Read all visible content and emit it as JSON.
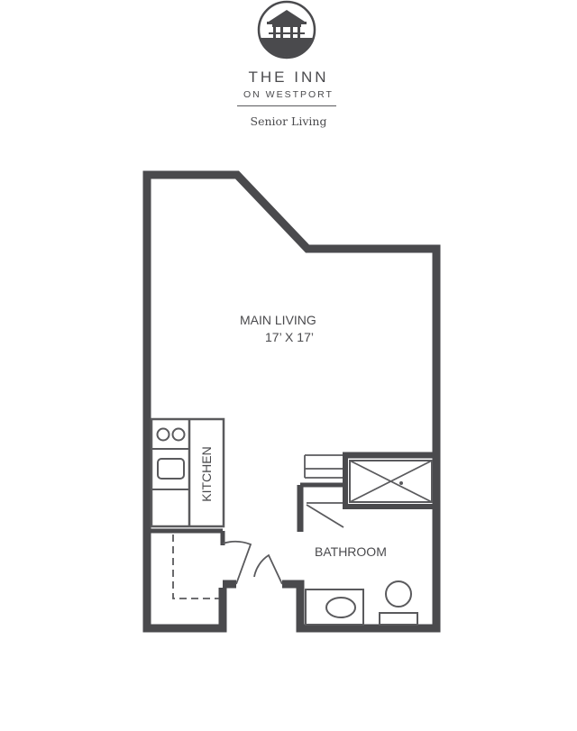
{
  "brand": {
    "title": "THE INN",
    "subtitle": "ON WESTPORT",
    "tagline": "Senior Living",
    "logo_icon": "gazebo-icon"
  },
  "floorplan": {
    "rooms": {
      "main_living_label": "MAIN LIVING",
      "main_living_dims": "17’ X 17’",
      "kitchen_label": "KITCHEN",
      "bathroom_label": "BATHROOM"
    },
    "colors": {
      "wall": "#4a4a4d",
      "fixture": "#5a5a5d"
    }
  }
}
